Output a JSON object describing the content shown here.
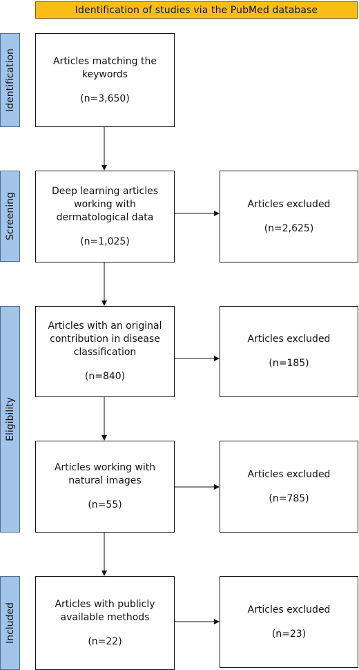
{
  "header": {
    "title": "Identification of studies via the PubMed database"
  },
  "phases": [
    {
      "label": "Identification"
    },
    {
      "label": "Screening"
    },
    {
      "label": "Eligibility"
    },
    {
      "label": "Included"
    }
  ],
  "left_boxes": [
    {
      "text": "Articles matching the keywords",
      "count": "(n=3,650)"
    },
    {
      "text": "Deep learning articles working with dermatological data",
      "count": "(n=1,025)"
    },
    {
      "text": "Articles with an original contribution in disease classification",
      "count": "(n=840)"
    },
    {
      "text": "Articles working with natural images",
      "count": "(n=55)"
    },
    {
      "text": "Articles with publicly available methods",
      "count": "(n=22)"
    }
  ],
  "right_boxes": [
    {
      "text": "Articles excluded",
      "count": "(n=2,625)"
    },
    {
      "text": "Articles excluded",
      "count": "(n=185)"
    },
    {
      "text": "Articles excluded",
      "count": "(n=785)"
    },
    {
      "text": "Articles excluded",
      "count": "(n=23)"
    }
  ]
}
